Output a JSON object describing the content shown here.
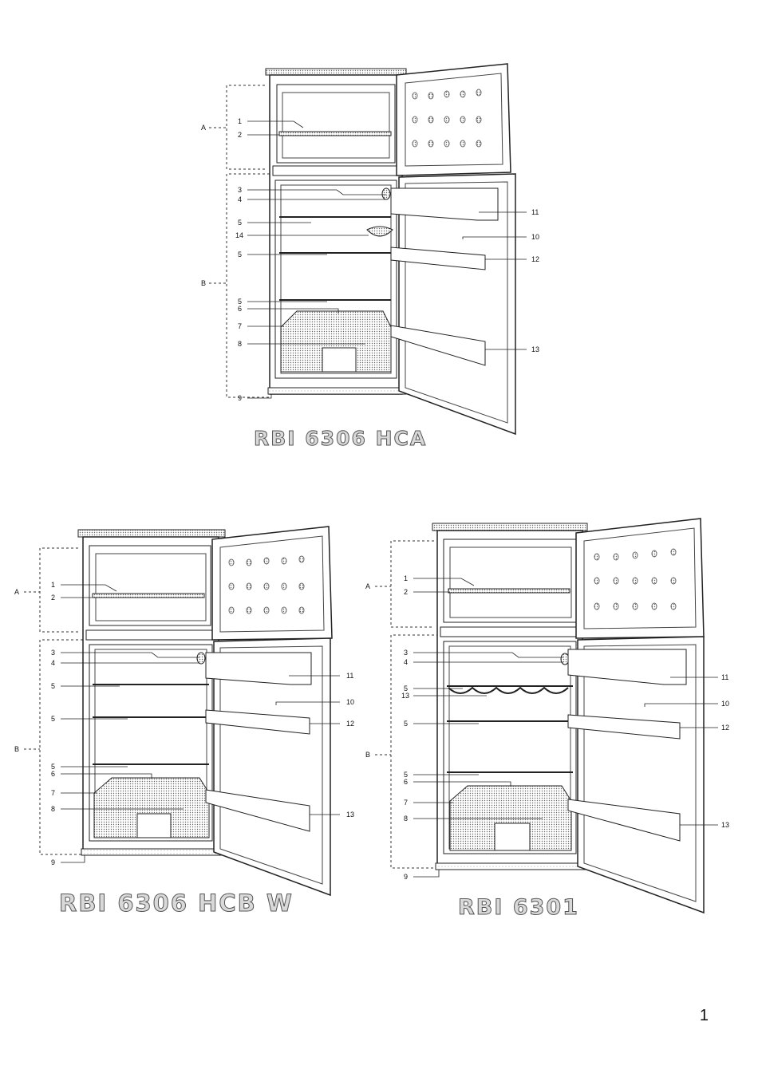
{
  "page_number": "1",
  "diagrams": [
    {
      "model": "RBI 6306 HCA",
      "zones": [
        "A",
        "B"
      ],
      "callouts_left": [
        "1",
        "2",
        "3",
        "4",
        "5",
        "14",
        "5",
        "5",
        "6",
        "7",
        "8",
        "9"
      ],
      "callouts_right": [
        "11",
        "10",
        "12",
        "13"
      ]
    },
    {
      "model": "RBI 6306 HCB W",
      "zones": [
        "A",
        "B"
      ],
      "callouts_left": [
        "1",
        "2",
        "3",
        "4",
        "5",
        "5",
        "5",
        "6",
        "7",
        "8",
        "9"
      ],
      "callouts_right": [
        "11",
        "10",
        "12",
        "13"
      ]
    },
    {
      "model": "RBI 6301",
      "zones": [
        "A",
        "B"
      ],
      "callouts_left": [
        "1",
        "2",
        "3",
        "4",
        "5",
        "13",
        "5",
        "5",
        "6",
        "7",
        "8",
        "9"
      ],
      "callouts_right": [
        "11",
        "10",
        "12",
        "13"
      ]
    }
  ]
}
